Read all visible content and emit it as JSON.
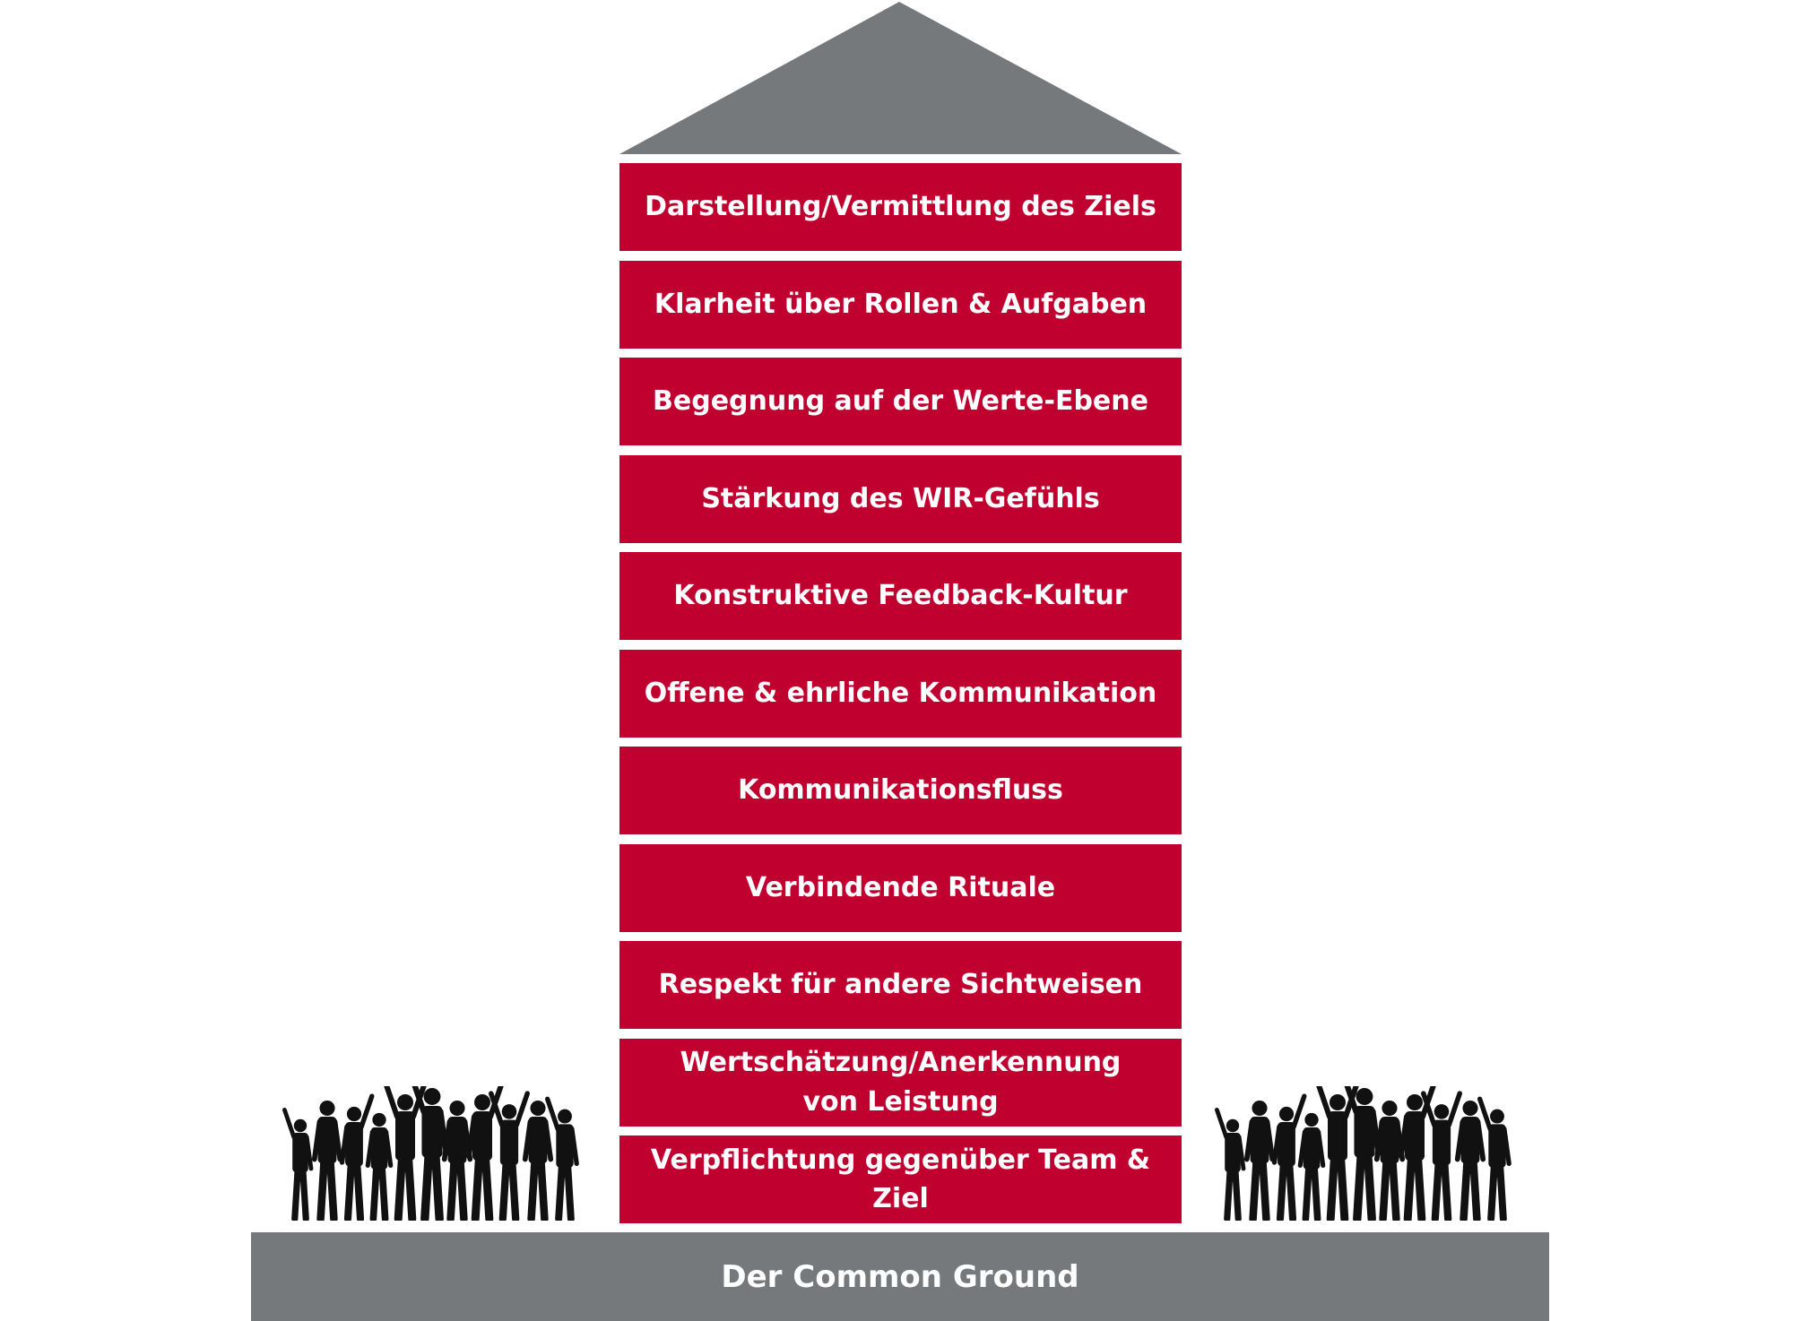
{
  "colors": {
    "block": "#c0002f",
    "roof": "#75797c",
    "ground": "#75797c",
    "text": "#ffffff",
    "silhouette": "#111111"
  },
  "blocks": [
    "Darstellung/Vermittlung des Ziels",
    "Klarheit über Rollen & Aufgaben",
    "Begegnung auf der Werte-Ebene",
    "Stärkung des WIR-Gefühls",
    "Konstruktive Feedback-Kultur",
    "Offene & ehrliche Kommunikation",
    "Kommunikationsfluss",
    "Verbindende Rituale",
    "Respekt für andere Sichtweisen",
    "Wertschätzung/Anerkennung\nvon Leistung",
    "Verpflichtung gegenüber Team & Ziel"
  ],
  "ground": {
    "label": "Der Common Ground"
  }
}
